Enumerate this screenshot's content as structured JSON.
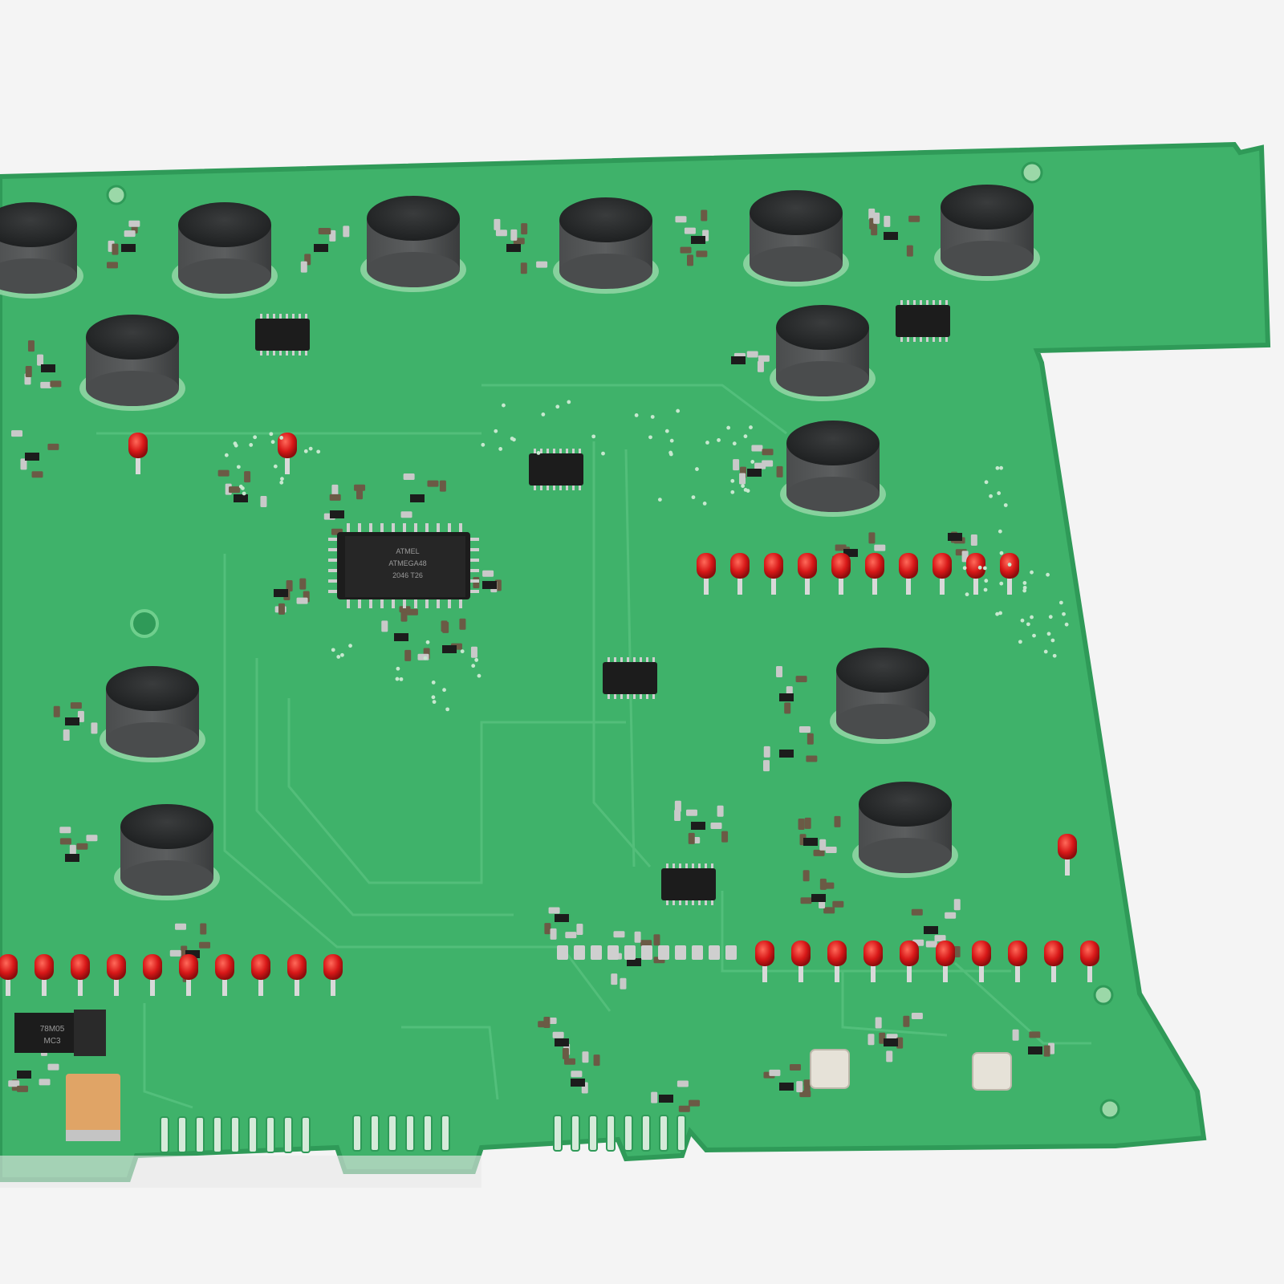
{
  "scene": {
    "subject": "green printed circuit board",
    "background_color": "#f4f4f4",
    "board_color": "#3fb26a",
    "board_edge_color": "#2f9a58",
    "foam_color": "#2b2d2e",
    "led_color": "#d81818",
    "ic_color": "#1c1c1c"
  },
  "markings": {
    "mcu_line1": "ATMEL",
    "mcu_line2": "ATMEGA48",
    "mcu_line3": "2046 T26",
    "regulator_line1": "78M05",
    "regulator_line2": "MC3"
  }
}
